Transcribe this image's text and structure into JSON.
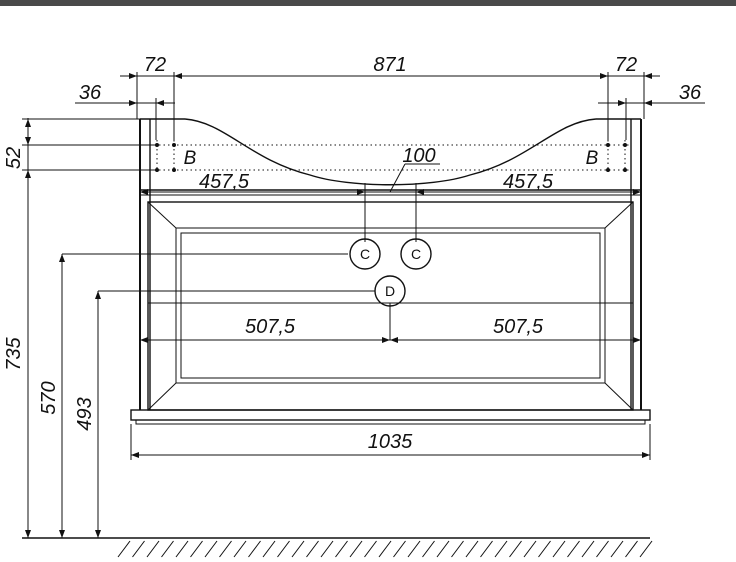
{
  "dimensions": {
    "top_left_72": "72",
    "top_center_871": "871",
    "top_right_72": "72",
    "left_36": "36",
    "right_36": "36",
    "height_52": "52",
    "gap_100": "100",
    "left_457": "457,5",
    "right_457": "457,5",
    "left_507": "507,5",
    "right_507": "507,5",
    "width_1035": "1035",
    "height_735": "735",
    "height_570": "570",
    "height_493": "493"
  },
  "markers": {
    "b_left": "B",
    "b_right": "B",
    "c_left": "C",
    "c_right": "C",
    "d": "D"
  }
}
